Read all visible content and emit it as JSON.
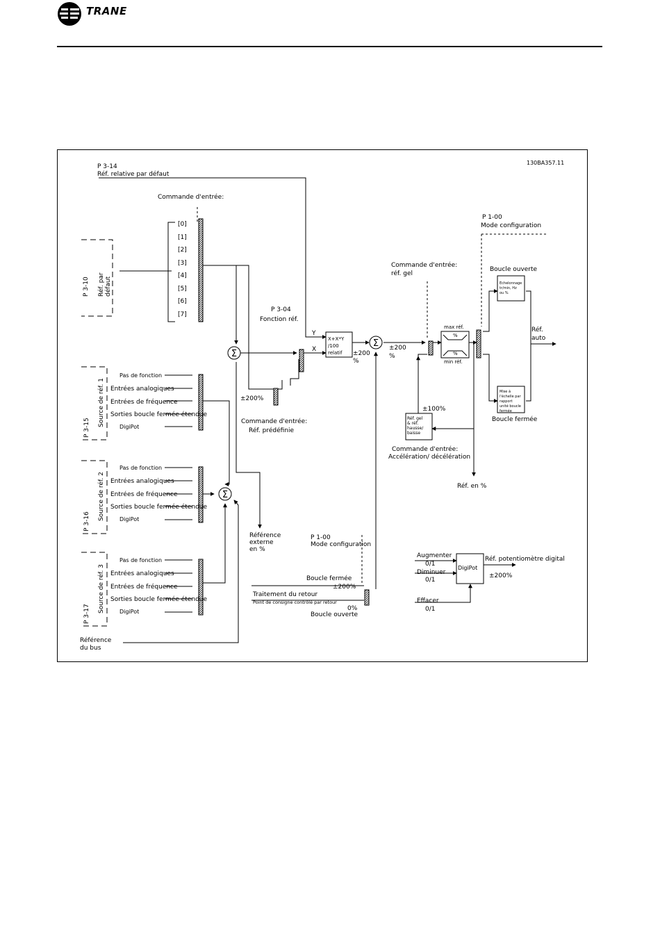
{
  "header": {
    "brand": "TRANE"
  },
  "figure": {
    "id": "130BA357.11",
    "p314_code": "P 3-14",
    "p314_label": "Réf. relative par défaut",
    "cmd_input": "Commande d'entrée:",
    "presets": [
      "[0]",
      "[1]",
      "[2]",
      "[3]",
      "[4]",
      "[5]",
      "[6]",
      "[7]"
    ],
    "p310_code": "P 3-10",
    "p310_l1": "Réf. par",
    "p310_l2": "défaut",
    "p304_code": "P 3-04",
    "p304_label": "Fonction réf.",
    "y": "Y",
    "x": "X",
    "formula": [
      "X+X*Y",
      "/100",
      "relatif"
    ],
    "pm200": "±200",
    "pct": "%",
    "pm200pct": "±200%",
    "cmd_preset_l1": "Commande d'entrée:",
    "cmd_preset_l2": "Réf. prédéfinie",
    "cmd_gel_l1": "Commande d'entrée:",
    "cmd_gel_l2": "réf. gel",
    "max_ref": "max réf.",
    "min_ref": "min réf.",
    "p100_code": "P 1-00",
    "p100_label": "Mode configuration",
    "open_loop": "Boucle ouverte",
    "closed_loop": "Boucle fermée",
    "scale_open": [
      "Echelonnage",
      "tr/min, Hz",
      "ou %"
    ],
    "scale_closed": [
      "Mise à",
      "l'échelle par",
      "rapport",
      "unité boucle",
      "fermée"
    ],
    "ref_auto": [
      "Réf.",
      "auto"
    ],
    "pm100": "±100%",
    "freeze_box": [
      "Réf. gel",
      "& réf.",
      "hausse/",
      "baisse"
    ],
    "cmd_acc_l1": "Commande d'entrée:",
    "cmd_acc_l2": "Accélération/ décélération",
    "ref_pct": "Réf. en %",
    "sources": [
      {
        "code": "P 3-15",
        "label": "Source de réf. 1"
      },
      {
        "code": "P 3-16",
        "label": "Source de réf. 2"
      },
      {
        "code": "P 3-17",
        "label": "Source de réf. 3"
      }
    ],
    "src_options": [
      "Pas de fonction",
      "Entrées analogiques",
      "Entrées de fréquence",
      "Sorties boucle fermée étendue",
      "DigiPot"
    ],
    "ext_ref": [
      "Référence",
      "externe",
      "en %"
    ],
    "bus_ref": [
      "Référence",
      "du bus"
    ],
    "p100b_code": "P 1-00",
    "p100b_label": "Mode configuration",
    "fb_closed": "Boucle fermée",
    "fb_pm200": "±200%",
    "fb_title": "Traitement du retour",
    "fb_sub": "Point de consigne contrôlé par retour",
    "fb_zero": "0%",
    "fb_open": "Boucle ouverte",
    "dp_up": "Augmenter",
    "dp_up_v": "0/1",
    "dp_down": "Diminuer",
    "dp_down_v": "0/1",
    "dp_clear": "Effacer",
    "dp_clear_v": "0/1",
    "dp_box": "DigiPot",
    "dp_out": "Réf. potentiomètre digital",
    "dp_out_pm": "±200%"
  }
}
